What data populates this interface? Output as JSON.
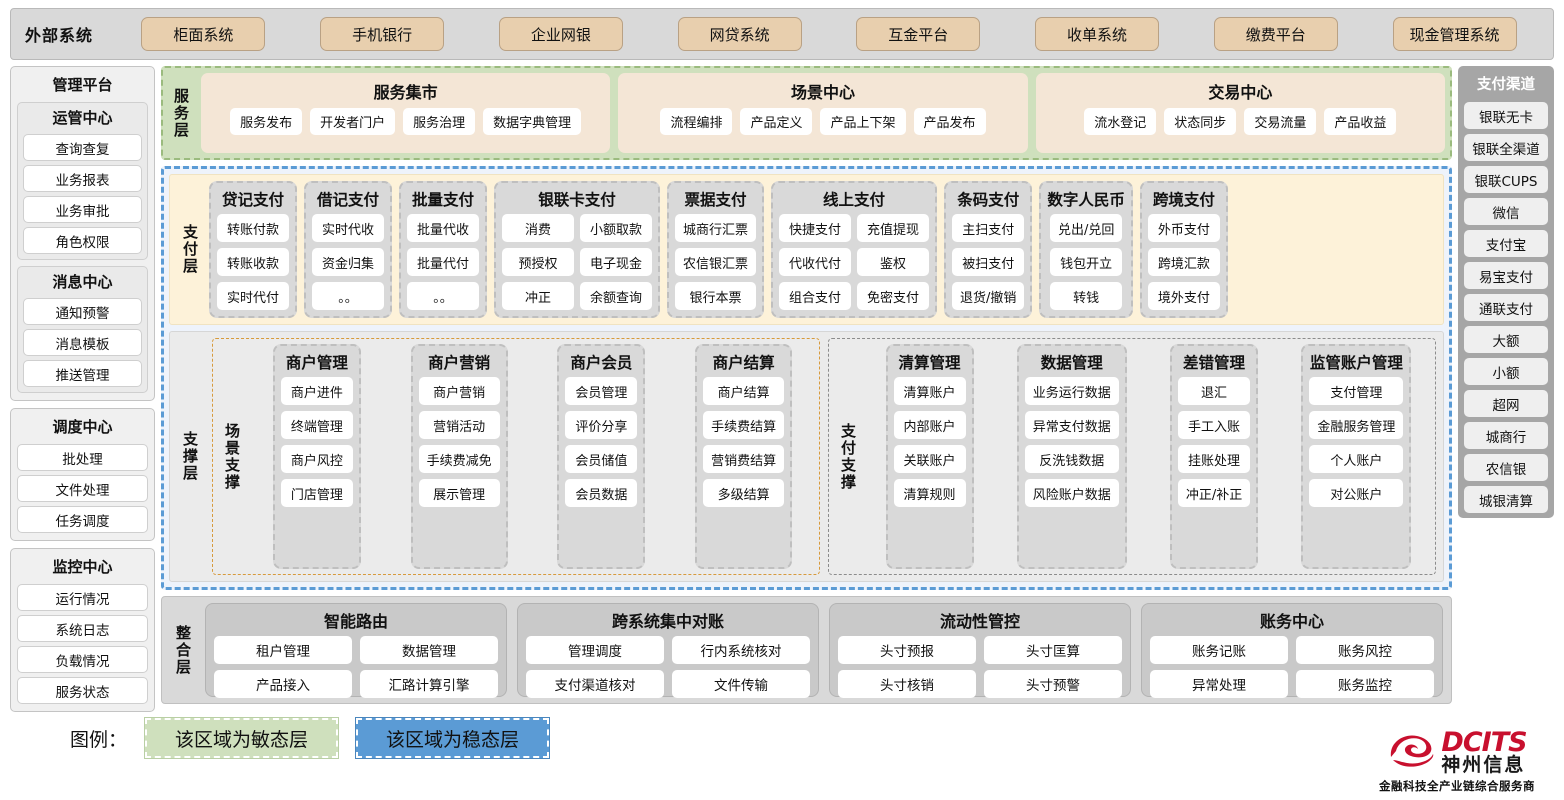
{
  "external": {
    "title": "外部系统",
    "systems": [
      "柜面系统",
      "手机银行",
      "企业网银",
      "网贷系统",
      "互金平台",
      "收单系统",
      "缴费平台",
      "现金管理系统"
    ]
  },
  "admin": {
    "title": "管理平台",
    "groups": [
      {
        "title": "运管中心",
        "items": [
          "查询查复",
          "业务报表",
          "业务审批",
          "角色权限"
        ]
      },
      {
        "title": "消息中心",
        "items": [
          "通知预警",
          "消息模板",
          "推送管理"
        ]
      }
    ],
    "standalone": [
      {
        "title": "调度中心",
        "items": [
          "批处理",
          "文件处理",
          "任务调度"
        ]
      },
      {
        "title": "监控中心",
        "items": [
          "运行情况",
          "系统日志",
          "负载情况",
          "服务状态"
        ]
      }
    ]
  },
  "service_layer": {
    "label": "服务层",
    "cards": [
      {
        "title": "服务集市",
        "items": [
          "服务发布",
          "开发者门户",
          "服务治理",
          "数据字典管理"
        ]
      },
      {
        "title": "场景中心",
        "items": [
          "流程编排",
          "产品定义",
          "产品上下架",
          "产品发布"
        ]
      },
      {
        "title": "交易中心",
        "items": [
          "流水登记",
          "状态同步",
          "交易流量",
          "产品收益"
        ]
      }
    ]
  },
  "payment_layer": {
    "label": "支付层",
    "groups": [
      {
        "title": "贷记支付",
        "cols": [
          [
            "转账付款",
            "转账收款",
            "实时代付"
          ]
        ]
      },
      {
        "title": "借记支付",
        "cols": [
          [
            "实时代收",
            "资金归集",
            "。。"
          ]
        ]
      },
      {
        "title": "批量支付",
        "cols": [
          [
            "批量代收",
            "批量代付",
            "。。"
          ]
        ]
      },
      {
        "title": "银联卡支付",
        "cols": [
          [
            "消费",
            "预授权",
            "冲正"
          ],
          [
            "小额取款",
            "电子现金",
            "余额查询"
          ]
        ]
      },
      {
        "title": "票据支付",
        "cols": [
          [
            "城商行汇票",
            "农信银汇票",
            "银行本票"
          ]
        ]
      },
      {
        "title": "线上支付",
        "cols": [
          [
            "快捷支付",
            "代收代付",
            "组合支付"
          ],
          [
            "充值提现",
            "鉴权",
            "免密支付"
          ]
        ]
      },
      {
        "title": "条码支付",
        "cols": [
          [
            "主扫支付",
            "被扫支付",
            "退货/撤销"
          ]
        ]
      },
      {
        "title": "数字人民币",
        "cols": [
          [
            "兑出/兑回",
            "钱包开立",
            "转钱"
          ]
        ]
      },
      {
        "title": "跨境支付",
        "cols": [
          [
            "外币支付",
            "跨境汇款",
            "境外支付"
          ]
        ]
      }
    ]
  },
  "support_layer": {
    "label": "支撑层",
    "boxes": [
      {
        "label": "场景支撑",
        "groups": [
          {
            "title": "商户管理",
            "items": [
              "商户进件",
              "终端管理",
              "商户风控",
              "门店管理"
            ]
          },
          {
            "title": "商户营销",
            "items": [
              "商户营销",
              "营销活动",
              "手续费减免",
              "展示管理"
            ]
          },
          {
            "title": "商户会员",
            "items": [
              "会员管理",
              "评价分享",
              "会员储值",
              "会员数据"
            ]
          },
          {
            "title": "商户结算",
            "items": [
              "商户结算",
              "手续费结算",
              "营销费结算",
              "多级结算"
            ]
          }
        ]
      },
      {
        "label": "支付支撑",
        "groups": [
          {
            "title": "清算管理",
            "items": [
              "清算账户",
              "内部账户",
              "关联账户",
              "清算规则"
            ]
          },
          {
            "title": "数据管理",
            "items": [
              "业务运行数据",
              "异常支付数据",
              "反洗钱数据",
              "风险账户数据"
            ]
          },
          {
            "title": "差错管理",
            "items": [
              "退汇",
              "手工入账",
              "挂账处理",
              "冲正/补正"
            ]
          },
          {
            "title": "监管账户管理",
            "items": [
              "支付管理",
              "金融服务管理",
              "个人账户",
              "对公账户"
            ]
          }
        ]
      }
    ]
  },
  "integration_layer": {
    "label": "整合层",
    "cards": [
      {
        "title": "智能路由",
        "items": [
          "租户管理",
          "数据管理",
          "产品接入",
          "汇路计算引擎"
        ]
      },
      {
        "title": "跨系统集中对账",
        "items": [
          "管理调度",
          "行内系统核对",
          "支付渠道核对",
          "文件传输"
        ]
      },
      {
        "title": "流动性管控",
        "items": [
          "头寸预报",
          "头寸匡算",
          "头寸核销",
          "头寸预警"
        ]
      },
      {
        "title": "账务中心",
        "items": [
          "账务记账",
          "账务风控",
          "异常处理",
          "账务监控"
        ]
      }
    ]
  },
  "channels": {
    "title": "支付渠道",
    "items": [
      "银联无卡",
      "银联全渠道",
      "银联CUPS",
      "微信",
      "支付宝",
      "易宝支付",
      "通联支付",
      "大额",
      "小额",
      "超网",
      "城商行",
      "农信银",
      "城银清算"
    ]
  },
  "legend": {
    "label": "图例：",
    "agile": "该区域为敏态层",
    "stable": "该区域为稳态层",
    "agile_color": "#cfe0bd",
    "stable_color": "#5b9bd5"
  },
  "logo": {
    "brand": "DCITS",
    "brand_cn": "神州信息",
    "tagline": "金融科技全产业链综合服务商",
    "color": "#c8102e"
  }
}
